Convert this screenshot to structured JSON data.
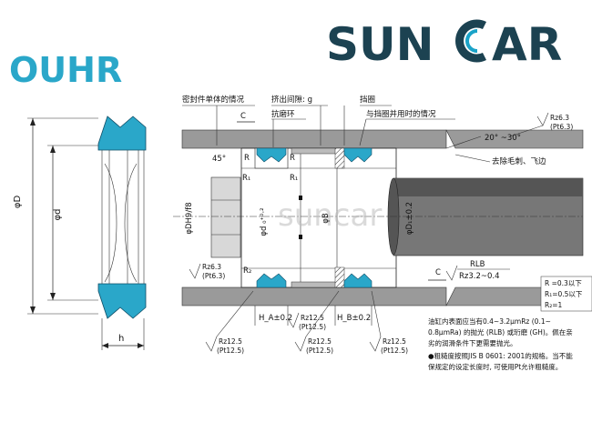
{
  "brand": {
    "name_part1": "SUN",
    "name_part2": "AR",
    "dark": "#1c4251",
    "accent": "#1aa3c8"
  },
  "product": {
    "code": "OUHR",
    "color": "#2aa7c9"
  },
  "watermark": "suncar",
  "labels": {
    "single_seal": "密封件单体的情况",
    "extrusion_gap": "挤出间隙: g",
    "wear_ring": "抗磨环",
    "backup_ring": "挡圈",
    "with_backup": "与挡圈并用时的情况",
    "chamfer_angle": "20° ~30°",
    "deburr": "去除毛刺、飞边",
    "angle45": "45°",
    "C_top": "C",
    "C_bottom": "C",
    "R_a": "R",
    "R_b": "R",
    "R1_a": "R₁",
    "R1_b": "R₁",
    "R2": "R₂",
    "phiD": "φD",
    "phid": "φd",
    "h": "h",
    "phiDH": "φDH9/f8",
    "phid2": "φd ₀⁺⁰·²",
    "phiB": "φB",
    "phiD1": "φD₁±0.2",
    "RLB": "RLB",
    "Rz32": "Rz3.2~0.4",
    "Rz63_top_a": "Rz6.3",
    "Rz63_top_b": "(Pt6.3)",
    "Rz63_left_a": "Rz6.3",
    "Rz63_left_b": "(Pt6.3)",
    "HA": "H_A±0.2",
    "HB": "H_B±0.2",
    "Rz125_a1": "Rz12.5",
    "Rz125_a2": "(Pt12.5)",
    "Rz125_b1": "Rz12.5",
    "Rz125_b2": "(Pt12.5)",
    "Rz125_c1": "Rz12.5",
    "Rz125_c2": "(Pt12.5)",
    "Rz125_d1": "Rz12.5",
    "Rz125_d2": "(Pt12.5)",
    "radii_1": "R =0.3以下",
    "radii_2": "R₁=0.5以下",
    "radii_3": "R₂=1"
  },
  "notes": [
    "油缸内表面应当有0.4~3.2μmRz (0.1~",
    "0.8μmRa) 的抛光 (RLB) 或珩磨 (GH)。佩在亲",
    "劣的润滑条件下更需要抛光。",
    "●粗糙度按照JIS B 0601: 2001的规格。当不能",
    "保规定的设定长度时, 可使用Pt允许粗糙度。"
  ]
}
